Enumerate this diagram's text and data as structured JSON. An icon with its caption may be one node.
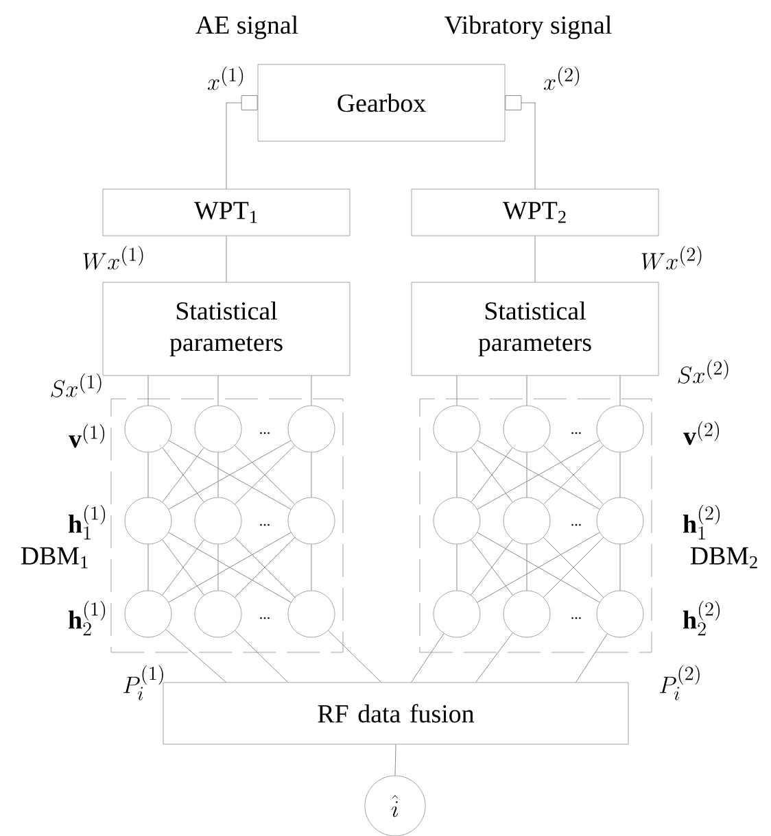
{
  "diagram": {
    "nodes": [
      {
        "text": [
          "Gearbox"
        ]
      },
      {
        "text": [
          "WPT$_{1}$"
        ]
      },
      {
        "text": [
          "WPT$_{2}$"
        ]
      },
      {
        "text": [
          "Statistical parameters"
        ]
      },
      {
        "text": [
          "Statistical parameters"
        ]
      },
      {
        "text": [],
        "shape": "box",
        "beside": [
          "DBM$_{1}$"
        ]
      },
      {
        "text": [],
        "shape": "circle",
        "in": 5
      },
      {
        "text": [],
        "shape": "circle",
        "in": 5
      },
      {
        "text": [],
        "shape": "circle",
        "in": 5
      },
      {
        "text": [],
        "shape": "circle",
        "in": 5
      },
      {
        "text": [],
        "shape": "circle",
        "in": 5
      },
      {
        "text": [],
        "shape": "circle",
        "in": 5
      },
      {
        "text": [],
        "shape": "circle",
        "in": 5
      },
      {
        "text": [],
        "shape": "circle",
        "in": 5
      },
      {
        "text": [],
        "shape": "circle",
        "in": 5
      },
      {
        "text": [],
        "shape": "box",
        "beside": [
          "DBM$_{2}$"
        ]
      },
      {
        "text": [],
        "shape": "circle",
        "in": 15
      },
      {
        "text": [],
        "shape": "circle",
        "in": 15
      },
      {
        "text": [],
        "shape": "circle",
        "in": 15
      },
      {
        "text": [],
        "shape": "circle",
        "in": 15
      },
      {
        "text": [],
        "shape": "circle",
        "in": 15
      },
      {
        "text": [],
        "shape": "circle",
        "in": 15
      },
      {
        "text": [],
        "shape": "circle",
        "in": 15
      },
      {
        "text": [],
        "shape": "circle",
        "in": 15
      },
      {
        "text": [],
        "shape": "circle",
        "in": 15
      },
      {
        "text": [
          "RF data fusion"
        ]
      },
      {
        "text": [
          "\\hat{i}"
        ]
      }
    ],
    "edges": [
      {
        "from": 0,
        "to": 1,
        "arrow": "other"
      },
      {
        "from": 0,
        "to": 2,
        "arrow": "other"
      },
      {
        "from": 1,
        "to": 3,
        "arrow": "none"
      },
      {
        "from": 2,
        "to": 4,
        "arrow": "none"
      },
      {
        "from": 3,
        "to": 6,
        "arrow": "none"
      },
      {
        "from": 3,
        "to": 7,
        "arrow": "none"
      },
      {
        "from": 3,
        "to": 8,
        "arrow": "none"
      },
      {
        "from": 4,
        "to": 16,
        "arrow": "none"
      },
      {
        "from": 4,
        "to": 17,
        "arrow": "none"
      },
      {
        "from": 4,
        "to": 18,
        "arrow": "none"
      },
      {
        "from": 6,
        "to": 9,
        "arrow": "none"
      },
      {
        "from": 6,
        "to": 10,
        "arrow": "none"
      },
      {
        "from": 6,
        "to": 11,
        "arrow": "none"
      },
      {
        "from": 7,
        "to": 9,
        "arrow": "none"
      },
      {
        "from": 7,
        "to": 10,
        "arrow": "none"
      },
      {
        "from": 7,
        "to": 11,
        "arrow": "none"
      },
      {
        "from": 8,
        "to": 9,
        "arrow": "none"
      },
      {
        "from": 8,
        "to": 10,
        "arrow": "none"
      },
      {
        "from": 8,
        "to": 11,
        "arrow": "none"
      },
      {
        "from": 9,
        "to": 12,
        "arrow": "none"
      },
      {
        "from": 9,
        "to": 13,
        "arrow": "none"
      },
      {
        "from": 9,
        "to": 14,
        "arrow": "none"
      },
      {
        "from": 10,
        "to": 12,
        "arrow": "none"
      },
      {
        "from": 10,
        "to": 13,
        "arrow": "none"
      },
      {
        "from": 10,
        "to": 14,
        "arrow": "none"
      },
      {
        "from": 11,
        "to": 12,
        "arrow": "none"
      },
      {
        "from": 11,
        "to": 13,
        "arrow": "none"
      },
      {
        "from": 11,
        "to": 14,
        "arrow": "none"
      },
      {
        "from": 16,
        "to": 19,
        "arrow": "none"
      },
      {
        "from": 16,
        "to": 20,
        "arrow": "none"
      },
      {
        "from": 16,
        "to": 21,
        "arrow": "none"
      },
      {
        "from": 17,
        "to": 19,
        "arrow": "none"
      },
      {
        "from": 17,
        "to": 20,
        "arrow": "none"
      },
      {
        "from": 17,
        "to": 21,
        "arrow": "none"
      },
      {
        "from": 18,
        "to": 19,
        "arrow": "none"
      },
      {
        "from": 18,
        "to": 20,
        "arrow": "none"
      },
      {
        "from": 18,
        "to": 21,
        "arrow": "none"
      },
      {
        "from": 19,
        "to": 22,
        "arrow": "none"
      },
      {
        "from": 19,
        "to": 23,
        "arrow": "none"
      },
      {
        "from": 19,
        "to": 24,
        "arrow": "none"
      },
      {
        "from": 20,
        "to": 22,
        "arrow": "none"
      },
      {
        "from": 20,
        "to": 23,
        "arrow": "none"
      },
      {
        "from": 20,
        "to": 24,
        "arrow": "none"
      },
      {
        "from": 21,
        "to": 22,
        "arrow": "none"
      },
      {
        "from": 21,
        "to": 23,
        "arrow": "none"
      },
      {
        "from": 21,
        "to": 24,
        "arrow": "none"
      },
      {
        "from": 12,
        "to": 25,
        "arrow": "none"
      },
      {
        "from": 13,
        "to": 25,
        "arrow": "none"
      },
      {
        "from": 14,
        "to": 25,
        "arrow": "none"
      },
      {
        "from": 22,
        "to": 25,
        "arrow": "none"
      },
      {
        "from": 23,
        "to": 25,
        "arrow": "none"
      },
      {
        "from": 24,
        "to": 25,
        "arrow": "none"
      },
      {
        "from": 25,
        "to": 26,
        "arrow": "none"
      }
    ],
    "labels": [
      "AE signal",
      "Vibratory signal",
      "x^{(1)}",
      "x^{(2)}",
      "Wx^{(1)}",
      "Wx^{(2)}",
      "Sx^{(1)}",
      "Sx^{(2)}",
      "\\mathbf{v}^{(1)}",
      "...",
      "...",
      "\\mathbf{v}^{(2)}",
      "\\mathbf{h}_{1}^{(1)}",
      "...",
      "...",
      "\\mathbf{h}_{1}^{(2)}",
      "\\mathbf{h}_{2}^{(1)}",
      "...",
      "...",
      "\\mathbf{h}_{2}^{(2)}",
      "P_{i}^{(1)}",
      "P_{i}^{(2)}"
    ]
  }
}
